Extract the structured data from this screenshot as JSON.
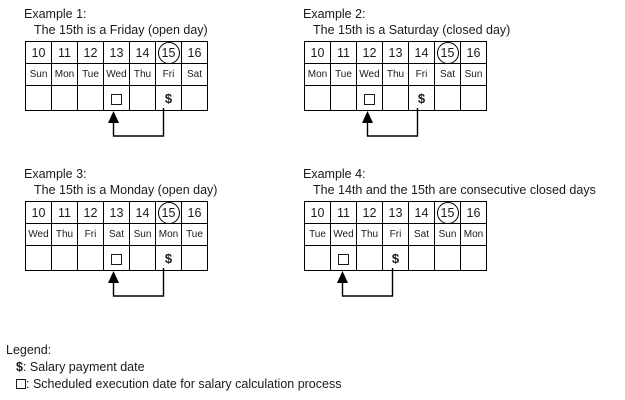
{
  "examples": [
    {
      "id": "example-1",
      "title": "Example 1:",
      "subtitle": "The 15th is a Friday (open day)",
      "dates": [
        "10",
        "11",
        "12",
        "13",
        "14",
        "15",
        "16"
      ],
      "weekdays": [
        "Sun",
        "Mon",
        "Tue",
        "Wed",
        "Thu",
        "Fri",
        "Sat"
      ],
      "closed_indices": [
        0,
        6
      ],
      "circled_index": 5,
      "box_index": 3,
      "dollar_index": 5
    },
    {
      "id": "example-2",
      "title": "Example 2:",
      "subtitle": "The 15th is a Saturday (closed day)",
      "dates": [
        "10",
        "11",
        "12",
        "13",
        "14",
        "15",
        "16"
      ],
      "weekdays": [
        "Mon",
        "Tue",
        "Wed",
        "Thu",
        "Fri",
        "Sat",
        "Sun"
      ],
      "closed_indices": [
        5,
        6
      ],
      "circled_index": 5,
      "box_index": 2,
      "dollar_index": 4
    },
    {
      "id": "example-3",
      "title": "Example 3:",
      "subtitle": "The 15th is a Monday (open day)",
      "dates": [
        "10",
        "11",
        "12",
        "13",
        "14",
        "15",
        "16"
      ],
      "weekdays": [
        "Wed",
        "Thu",
        "Fri",
        "Sat",
        "Sun",
        "Mon",
        "Tue"
      ],
      "closed_indices": [
        3,
        4
      ],
      "circled_index": 5,
      "box_index": 3,
      "dollar_index": 5
    },
    {
      "id": "example-4",
      "title": "Example 4:",
      "subtitle": "The 14th and the 15th are consecutive closed days",
      "dates": [
        "10",
        "11",
        "12",
        "13",
        "14",
        "15",
        "16"
      ],
      "weekdays": [
        "Tue",
        "Wed",
        "Thu",
        "Fri",
        "Sat",
        "Sun",
        "Mon"
      ],
      "closed_indices": [
        4,
        5
      ],
      "circled_index": 5,
      "box_index": 1,
      "dollar_index": 3
    }
  ],
  "symbols": {
    "dollar": "$",
    "box": "□"
  },
  "legend": {
    "title": "Legend:",
    "items": [
      {
        "symbol": "$",
        "text": ": Salary payment date"
      },
      {
        "symbol": "□",
        "text": ": Scheduled execution date for salary calculation process"
      }
    ]
  },
  "colors": {
    "closed_day_fill": "#fbdfdf",
    "grid_line": "#000000",
    "text": "#1a1a1a",
    "background": "#ffffff"
  }
}
